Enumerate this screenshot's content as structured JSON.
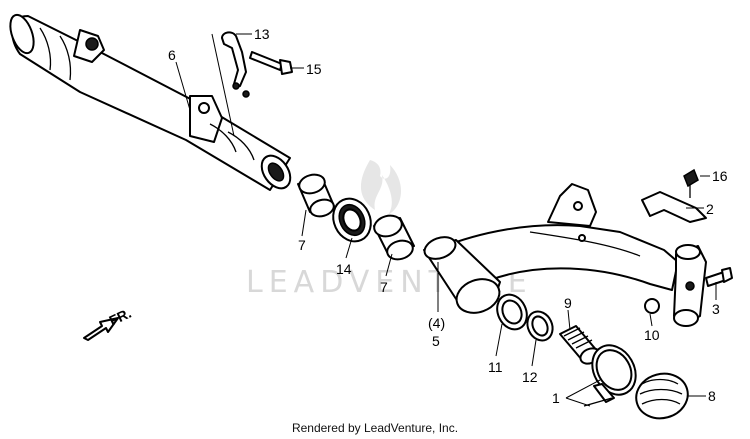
{
  "watermark": "LEADVENTURE",
  "footer": "Rendered by LeadVenture, Inc.",
  "direction_label": "FR.",
  "callouts": {
    "c1": "1",
    "c2": "2",
    "c3": "3",
    "c4": "(4)",
    "c5": "5",
    "c6": "6",
    "c7a": "7",
    "c7b": "7",
    "c8": "8",
    "c9": "9",
    "c10": "10",
    "c11": "11",
    "c12": "12",
    "c13": "13",
    "c14": "14",
    "c15": "15",
    "c16": "16"
  }
}
